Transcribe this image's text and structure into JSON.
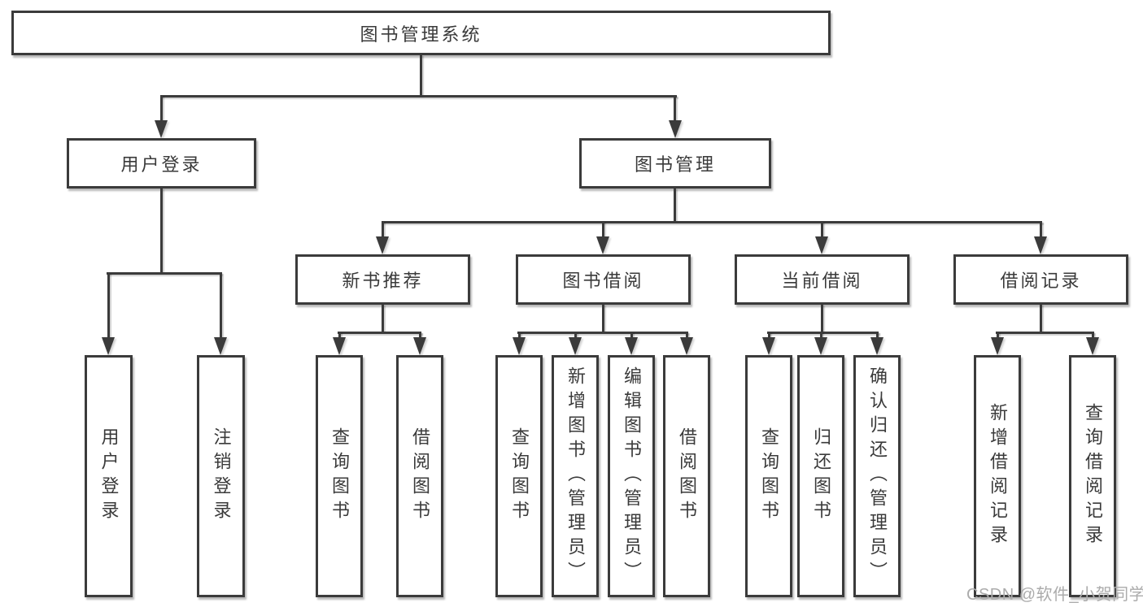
{
  "tree": {
    "label": "图书管理系统",
    "children": [
      {
        "label": "用户登录",
        "children": [
          {
            "label": "用户登录"
          },
          {
            "label": "注销登录"
          }
        ]
      },
      {
        "label": "图书管理",
        "children": [
          {
            "label": "新书推荐",
            "children": [
              {
                "label": "查询图书"
              },
              {
                "label": "借阅图书"
              }
            ]
          },
          {
            "label": "图书借阅",
            "children": [
              {
                "label": "查询图书"
              },
              {
                "label": "新增图书（管理员）"
              },
              {
                "label": "编辑图书（管理员）"
              },
              {
                "label": "借阅图书"
              }
            ]
          },
          {
            "label": "当前借阅",
            "children": [
              {
                "label": "查询图书"
              },
              {
                "label": "归还图书"
              },
              {
                "label": "确认归还（管理员）"
              }
            ]
          },
          {
            "label": "借阅记录",
            "children": [
              {
                "label": "新增借阅记录"
              },
              {
                "label": "查询借阅记录"
              }
            ]
          }
        ]
      }
    ]
  },
  "watermark": {
    "text": "CSDN @软件_小贺同学"
  },
  "colors": {
    "line": "#3b3b3b",
    "text": "#3a3a3a",
    "background": "#ffffff",
    "watermark": "#ababab"
  }
}
